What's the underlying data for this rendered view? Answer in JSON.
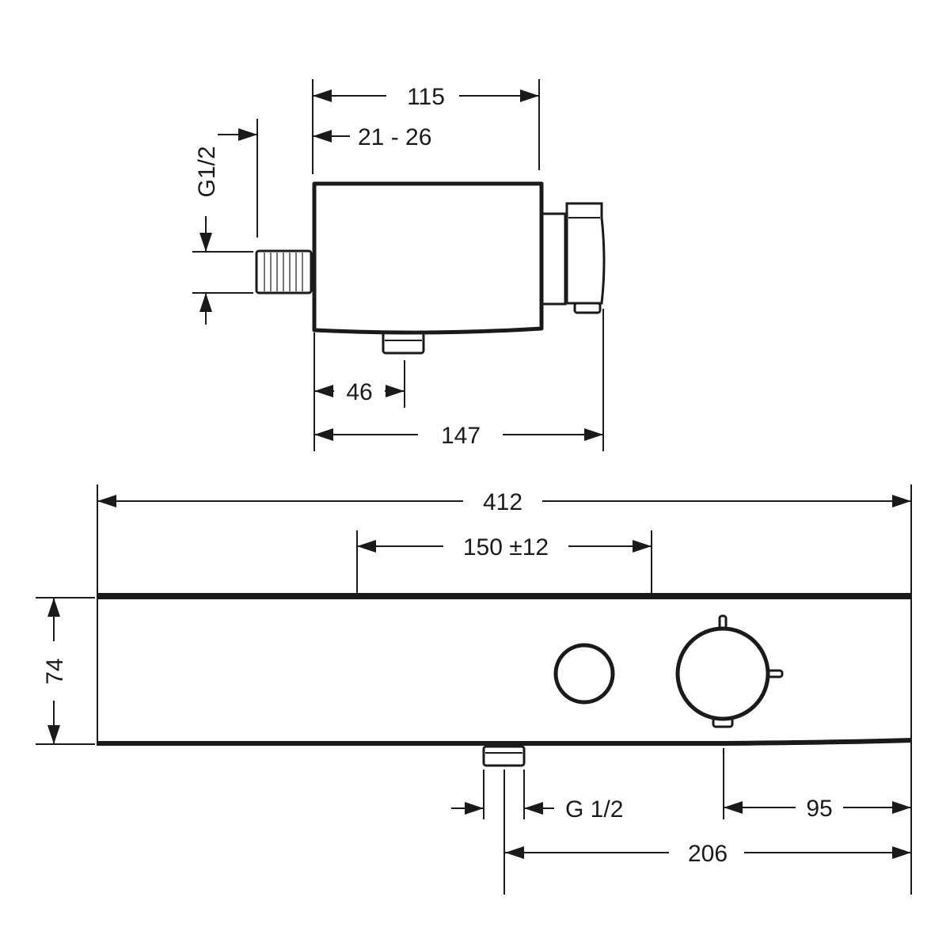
{
  "drawing": {
    "side_view": {
      "dim_depth_total": "115",
      "dim_wall_offset": "21 - 26",
      "dim_inlet_thread": "G1/2",
      "dim_outlet_offset": "46",
      "dim_depth_with_knob": "147"
    },
    "front_view": {
      "dim_width": "412",
      "dim_inlet_spacing": "150 ±12",
      "dim_height": "74",
      "dim_outlet_thread": "G 1/2",
      "dim_knob_offset": "95",
      "dim_outlet_to_edge": "206"
    }
  },
  "colors": {
    "line": "#1a1a1a",
    "background": "#ffffff"
  }
}
